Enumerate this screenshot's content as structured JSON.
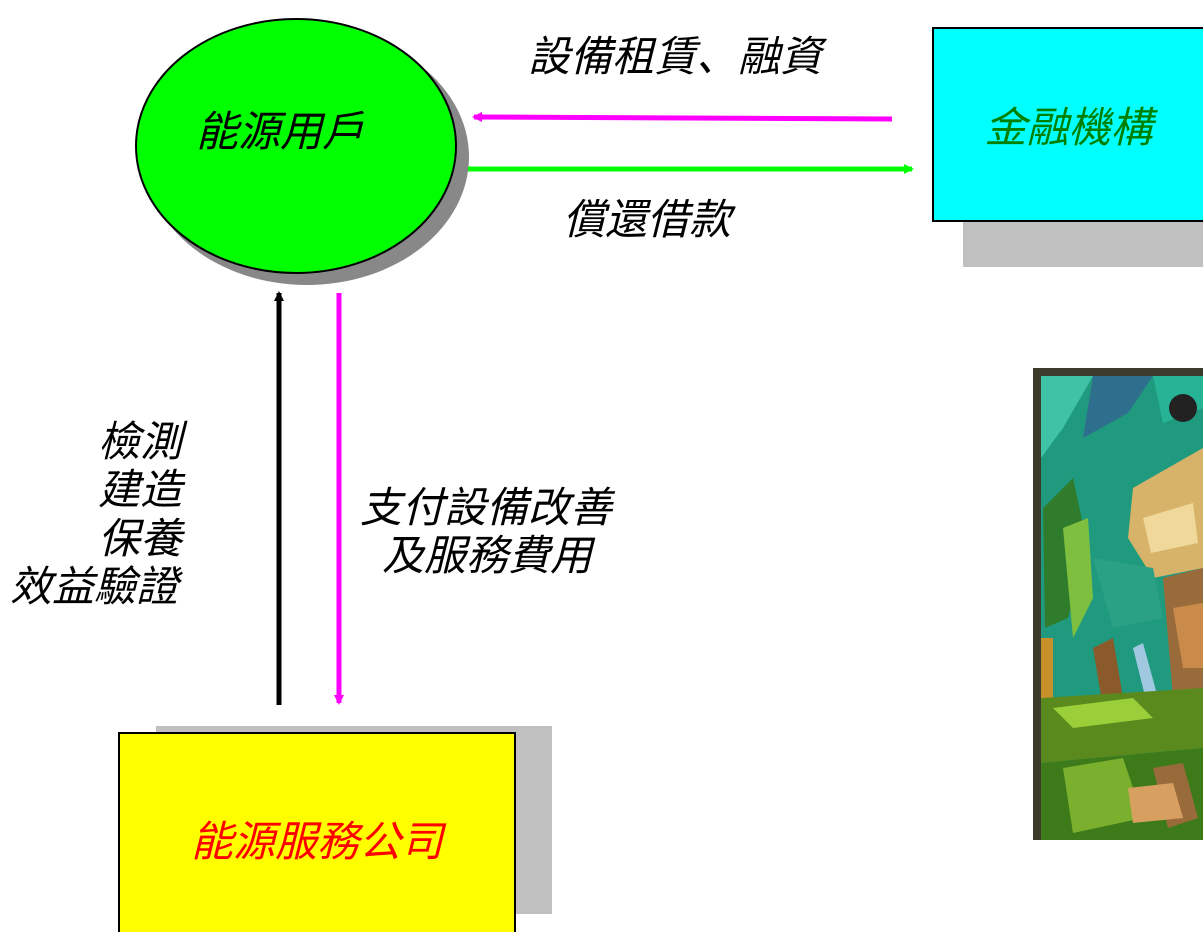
{
  "nodes": {
    "energy_user": {
      "label": "能源用戶",
      "fill": "#00ff00"
    },
    "financial": {
      "label": "金融機構",
      "fill": "#00ffff",
      "text_color": "#008000"
    },
    "esco": {
      "label": "能源服務公司",
      "fill": "#ffff00",
      "text_color": "#ff0000"
    }
  },
  "edges": {
    "lease": {
      "label": "設備租賃、融資",
      "color": "#ff00ff"
    },
    "repay": {
      "label": "償還借款",
      "color": "#00ff00"
    },
    "services": {
      "lines": [
        "檢測",
        "建造",
        "保養",
        "效益驗證"
      ],
      "color": "#000000"
    },
    "payment": {
      "lines": [
        "支付設備改善",
        "及服務費用"
      ],
      "color": "#ff00ff"
    }
  },
  "clipart": {
    "icon": "stained-glass-worker-clipart"
  }
}
